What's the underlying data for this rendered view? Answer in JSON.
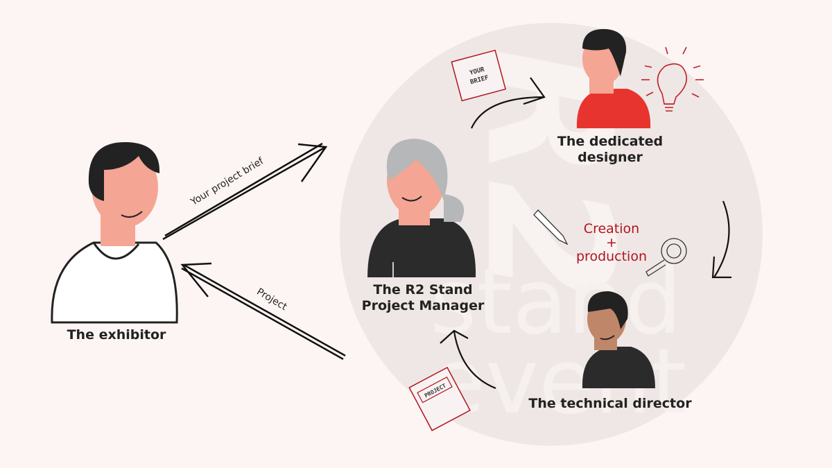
{
  "watermark": {
    "logo": "R2",
    "line1": "stand",
    "line2": "event"
  },
  "actors": {
    "exhibitor": "The exhibitor",
    "project_manager": [
      "The R2 Stand",
      "Project Manager"
    ],
    "designer": [
      "The dedicated",
      "designer"
    ],
    "technical_director": "The technical director"
  },
  "arrows": {
    "brief_label": "Your project brief",
    "project_label": "Project"
  },
  "process": {
    "line1": "Creation",
    "line2": "+",
    "line3": "production"
  },
  "notes": {
    "brief_note": [
      "YOUR",
      "BRIEF"
    ],
    "project_note": "PROJECT"
  },
  "colors": {
    "background": "#fcf5f3",
    "circle": "#eee7e5",
    "accent_red": "#b0141f",
    "skin": "#f4a593",
    "designer_shirt": "#e8342f"
  }
}
